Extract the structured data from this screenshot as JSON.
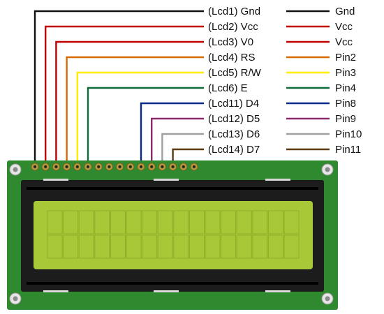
{
  "connections": [
    {
      "lcd_pin": "(Lcd1) Gnd",
      "target": "Gnd",
      "color": "#111111"
    },
    {
      "lcd_pin": "(Lcd2) Vcc",
      "target": "Vcc",
      "color": "#c00000"
    },
    {
      "lcd_pin": "(Lcd3) V0",
      "target": "Vcc",
      "color": "#c00000"
    },
    {
      "lcd_pin": "(Lcd4) RS",
      "target": "Pin2",
      "color": "#d46a00"
    },
    {
      "lcd_pin": "(Lcd5) R/W",
      "target": "Pin3",
      "color": "#ffee00"
    },
    {
      "lcd_pin": "(Lcd6) E",
      "target": "Pin4",
      "color": "#0f6b3a"
    },
    {
      "lcd_pin": "(Lcd11) D4",
      "target": "Pin8",
      "color": "#0a2a8a"
    },
    {
      "lcd_pin": "(Lcd12) D5",
      "target": "Pin9",
      "color": "#8a2a6a"
    },
    {
      "lcd_pin": "(Lcd13) D6",
      "target": "Pin10",
      "color": "#a0a0a0"
    },
    {
      "lcd_pin": "(Lcd14) D7",
      "target": "Pin11",
      "color": "#5a3a10"
    }
  ],
  "lcd": {
    "columns": 16,
    "rows": 2,
    "header_pins": 16,
    "board_color": "#2f8a2f",
    "bezel_color": "#1c1c1c",
    "screen_color": "#a8c838",
    "pin_color": "#b49a3a"
  }
}
